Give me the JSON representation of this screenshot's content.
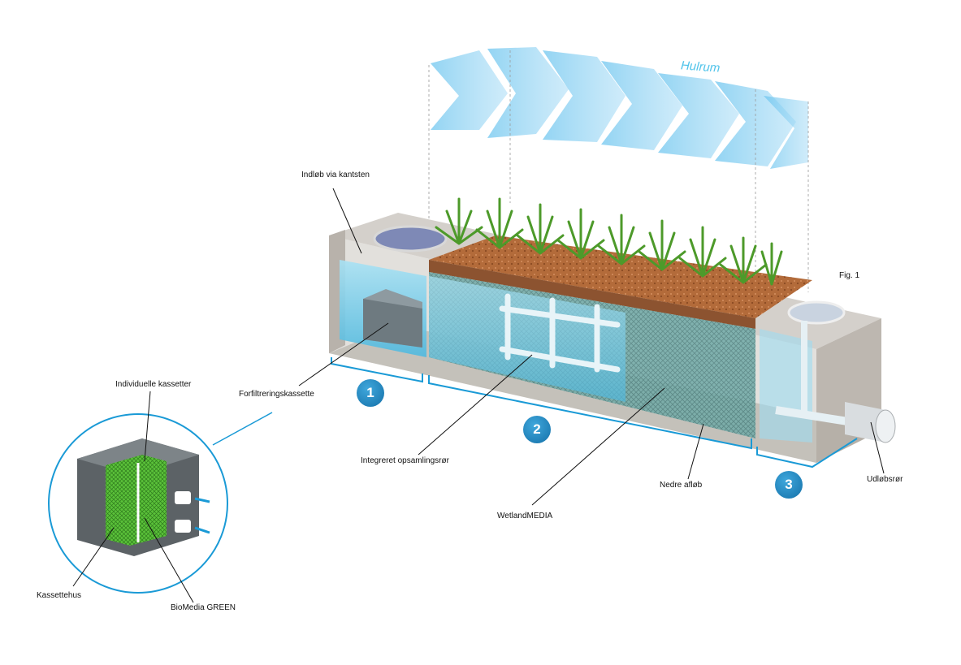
{
  "diagram": {
    "title": "Hulrum",
    "fig_label": "Fig. 1",
    "labels": {
      "inlet": "Indløb via kantsten",
      "prefilter": "Forfiltreringskassette",
      "collector_pipe": "Integreret opsamlingsrør",
      "media": "WetlandMEDIA",
      "lower_drain": "Nedre afløb",
      "outlet_pipe": "Udløbsrør",
      "individual_cassettes": "Individuelle kassetter",
      "cassette_housing": "Kassettehus",
      "biomedia": "BioMedia GREEN"
    },
    "stages": [
      "1",
      "2",
      "3"
    ],
    "colors": {
      "accent": "#1a9ad6",
      "water": "#7fd3ee",
      "soil": "#b0683a",
      "concrete": "#bdb7b0",
      "grass": "#5aa832",
      "hollow": "#8fd2f2"
    }
  }
}
